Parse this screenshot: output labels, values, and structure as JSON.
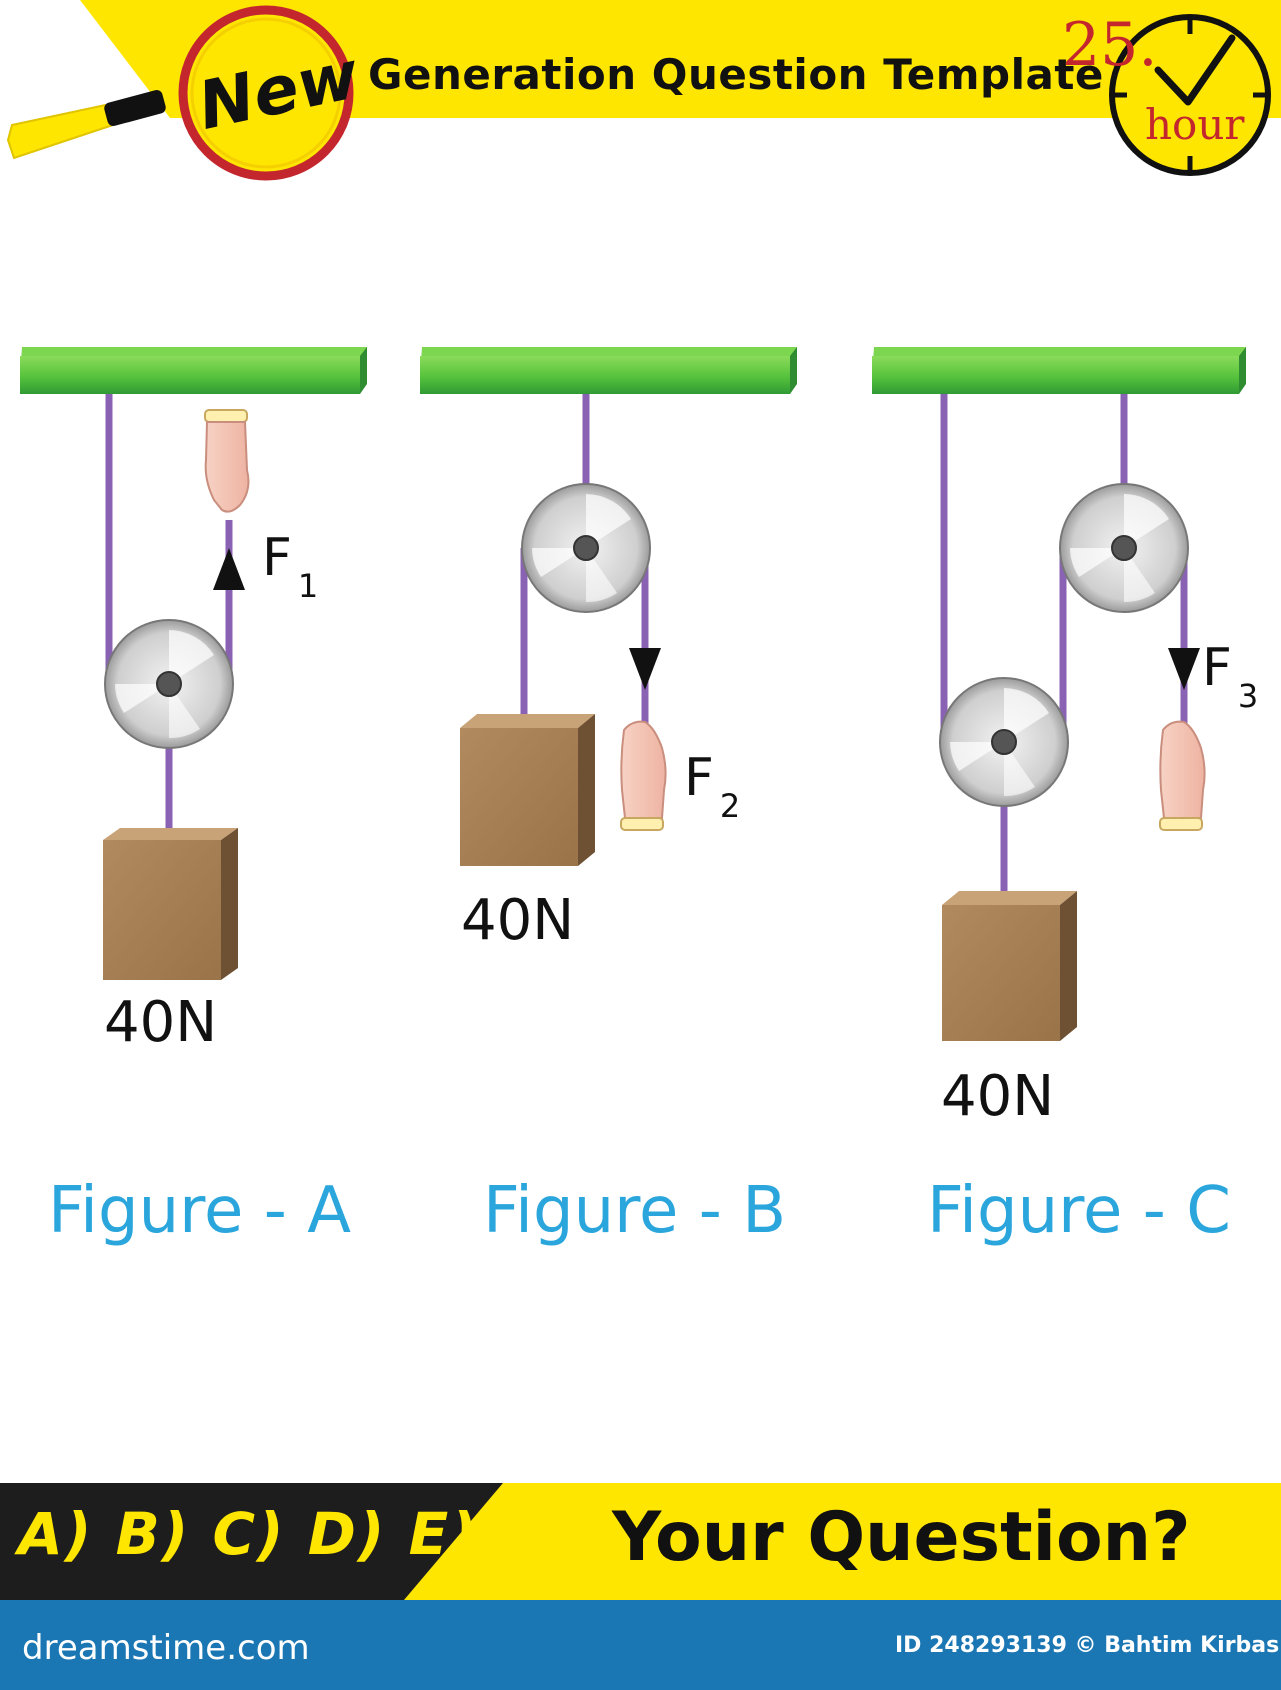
{
  "header": {
    "badge": "New",
    "title": "Generation Question Template",
    "counter": "25.",
    "counter_unit": "hour"
  },
  "figures": [
    {
      "caption": "Figure - A",
      "weight": "40N",
      "force": "F",
      "force_index": "1"
    },
    {
      "caption": "Figure - B",
      "weight": "40N",
      "force": "F",
      "force_index": "2"
    },
    {
      "caption": "Figure - C",
      "weight": "40N",
      "force": "F",
      "force_index": "3"
    }
  ],
  "footer": {
    "options": "A) B) C) D) E)",
    "question": "Your Question?",
    "brand": "dreamstime.com",
    "credit": "ID 248293139 © Bahtim Kirbas"
  },
  "colors": {
    "header_yellow": "#ffe600",
    "ceiling_green": "#5cc440",
    "rope_purple": "#8a62b3",
    "block_brown": "#a57c52",
    "caption_blue": "#2ba6dc",
    "footer_dark": "#1d1d1d",
    "footer_blue": "#1a77b3",
    "counter_red": "#c4262e"
  },
  "icons": [
    "magnifier-icon",
    "clock-icon",
    "checkmark-icon",
    "hand-icon",
    "pulley-icon",
    "arrow-up-icon",
    "arrow-down-icon"
  ]
}
